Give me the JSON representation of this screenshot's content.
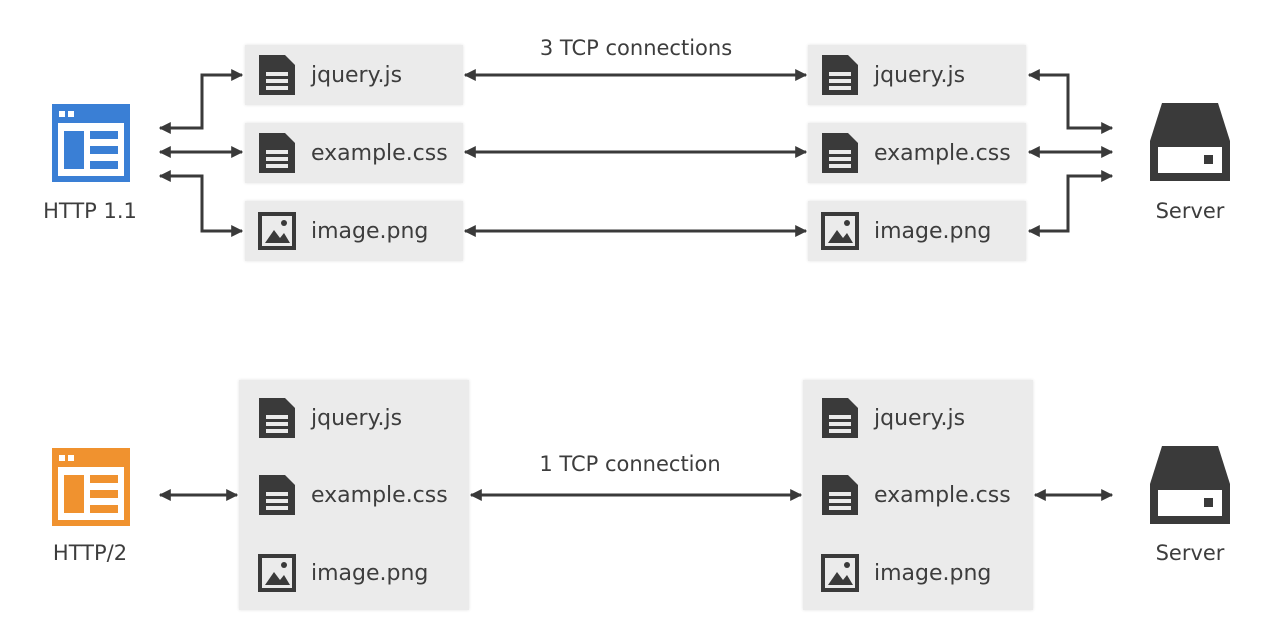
{
  "http11": {
    "client_label": "HTTP 1.1",
    "server_label": "Server",
    "connection_label": "3 TCP connections",
    "client_color": "#3a7fd5",
    "files": [
      "jquery.js",
      "example.css",
      "image.png"
    ]
  },
  "http2": {
    "client_label": "HTTP/2",
    "server_label": "Server",
    "connection_label": "1 TCP connection",
    "client_color": "#f0922f",
    "files": [
      "jquery.js",
      "example.css",
      "image.png"
    ]
  },
  "icons": {
    "client": "browser-window-icon",
    "server": "server-icon",
    "document": "document-icon",
    "image": "image-icon"
  }
}
